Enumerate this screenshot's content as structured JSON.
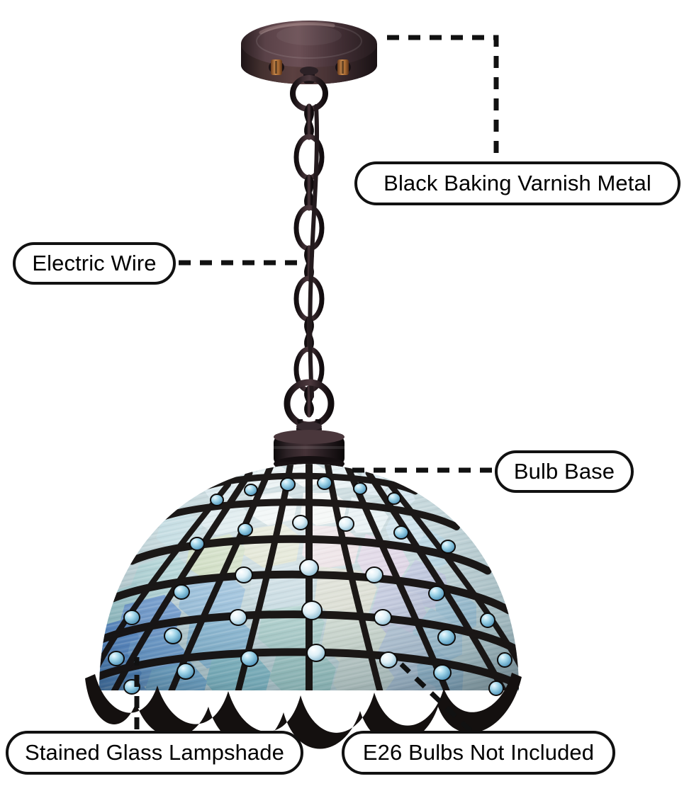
{
  "diagram": {
    "subject": "Tiffany style stained glass pendant ceiling light",
    "background_color": "#ffffff",
    "callout_border_color": "#111111",
    "leader_line_color": "#111111"
  },
  "callouts": [
    {
      "id": "black-metal",
      "label": "Black Baking Varnish Metal",
      "points_to": "ceiling-canopy",
      "leader": "elbow"
    },
    {
      "id": "electric-wire",
      "label": "Electric Wire",
      "points_to": "hanging-chain",
      "leader": "horizontal"
    },
    {
      "id": "bulb-base",
      "label": "Bulb Base",
      "points_to": "socket-cap",
      "leader": "horizontal"
    },
    {
      "id": "lampshade",
      "label": "Stained Glass Lampshade",
      "points_to": "glass-shade-left-edge",
      "leader": "vertical"
    },
    {
      "id": "e26",
      "label": "E26 Bulbs Not Included",
      "points_to": "glass-shade-right-edge",
      "leader": "diagonal"
    }
  ],
  "fixture": {
    "canopy": {
      "name": "ceiling-canopy",
      "finish_color": "#3b2b2e",
      "accent_color": "#b5713a",
      "screw_count": 2
    },
    "chain": {
      "name": "hanging-chain",
      "color": "#2b2022",
      "link_count": 7,
      "style": "oval-twist"
    },
    "socket": {
      "name": "socket-cap",
      "color": "#191417",
      "shape": "cylinder-with-ring"
    },
    "shade": {
      "name": "glass-shade",
      "type": "dome",
      "rows": 6,
      "edge": "scalloped",
      "came_color": "#14100f",
      "jewel_color": "#cfe9f5",
      "palette": [
        "#cfe3e8",
        "#b9d8dd",
        "#9fc9cf",
        "#8fc0c8",
        "#7fb6bd",
        "#6aa8c4",
        "#5b93c4",
        "#4a7ec0",
        "#3f6fb8",
        "#9fc3a8",
        "#b6cf9f",
        "#c9d6a7",
        "#d9d3c0",
        "#e2d6cf",
        "#dcc9d9",
        "#c8b6d8",
        "#b3a6cf",
        "#ddd9e8",
        "#eef0ea",
        "#e8eef0"
      ]
    }
  }
}
